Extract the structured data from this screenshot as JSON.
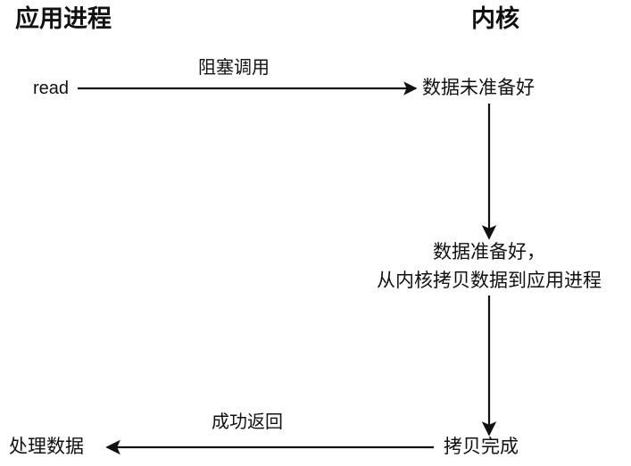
{
  "diagram": {
    "type": "sequence-flow",
    "title_left": "应用进程",
    "title_right": "内核",
    "columns": [
      {
        "name": "application-process",
        "label": "应用进程"
      },
      {
        "name": "kernel",
        "label": "内核"
      }
    ],
    "nodes": {
      "read_call": "read",
      "data_not_ready": "数据未准备好",
      "data_ready_line1": "数据准备好，",
      "data_ready_line2": "从内核拷贝数据到应用进程",
      "copy_done": "拷贝完成",
      "process_data": "处理数据"
    },
    "edges": {
      "blocking_call": "阻塞调用",
      "success_return": "成功返回"
    },
    "colors": {
      "stroke": "#111111",
      "text": "#111111",
      "background": "#ffffff"
    }
  }
}
